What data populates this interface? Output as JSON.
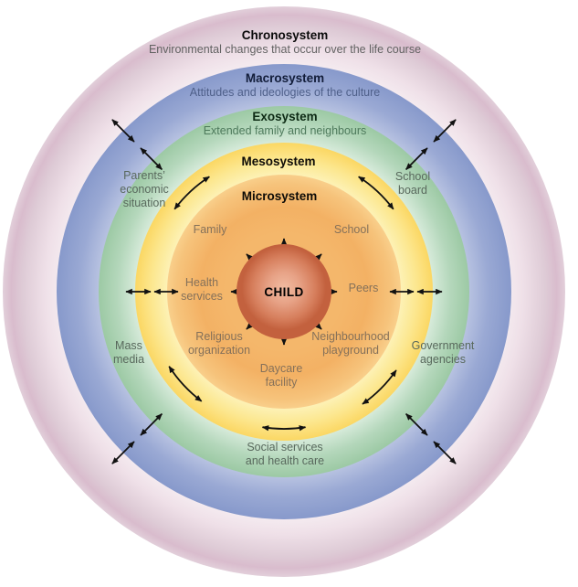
{
  "rings": {
    "chronosystem": {
      "title": "Chronosystem",
      "subtitle": "Environmental changes that occur over the life course",
      "color": "#ddc2d1"
    },
    "macrosystem": {
      "title": "Macrosystem",
      "subtitle": "Attitudes and ideologies of the culture",
      "color": "#8a9ccc"
    },
    "exosystem": {
      "title": "Exosystem",
      "subtitle": "Extended family and neighbours",
      "color": "#9dc9a5"
    },
    "mesosystem": {
      "title": "Mesosystem",
      "color": "#fbd763"
    },
    "microsystem": {
      "title": "Microsystem",
      "color": "#f4b66b"
    }
  },
  "center": {
    "label": "CHILD",
    "color": "#cd7050"
  },
  "microsystem_labels": {
    "family": "Family",
    "school": "School",
    "health_services": "Health\nservices",
    "peers": "Peers",
    "religious_organization": "Religious\norganization",
    "neighbourhood_playground": "Neighbourhood\nplayground",
    "daycare_facility": "Daycare\nfacility"
  },
  "exosystem_labels": {
    "parents_economic_situation": "Parents’\neconomic\nsituation",
    "school_board": "School\nboard",
    "mass_media": "Mass\nmedia",
    "government_agencies": "Government\nagencies",
    "social_services": "Social services\nand health care"
  },
  "arrow_color": "#111111"
}
